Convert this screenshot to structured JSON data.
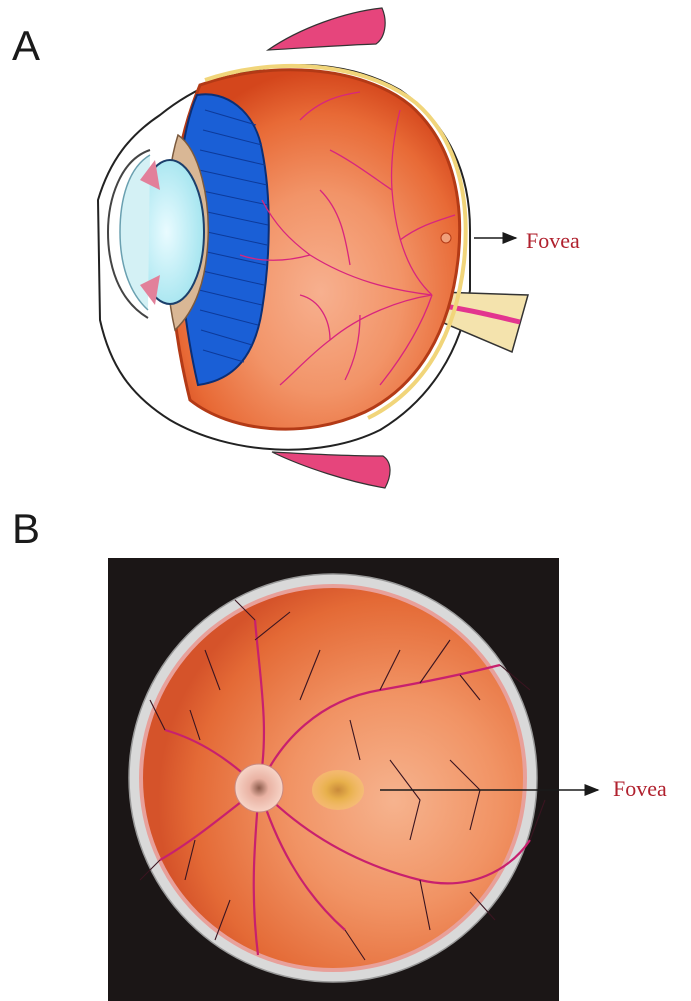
{
  "panels": [
    {
      "letter": "A",
      "callout": "Fovea"
    },
    {
      "letter": "B",
      "callout": "Fovea"
    }
  ],
  "colors": {
    "callout_text": "#b0212e",
    "muscle": "#e6457c",
    "iris": "#1a5fd6",
    "retina": "#e05a2c",
    "vessel": "#d8257e",
    "fundus_background": "#1b1616",
    "optic_nerve": "#f4e3ad",
    "fovea_spot": "#e8b64a"
  },
  "icons": [
    "arrow-left-icon",
    "arrow-left-icon"
  ]
}
